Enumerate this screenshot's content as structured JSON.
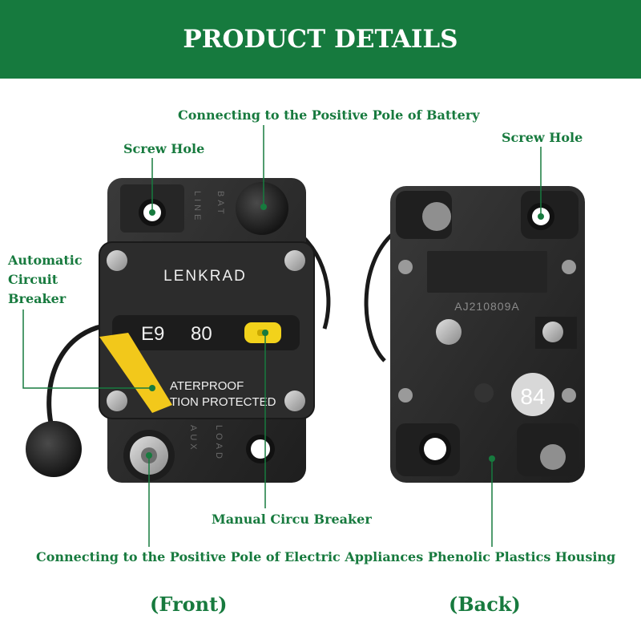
{
  "banner": {
    "title": "PRODUCT DETAILS"
  },
  "labels": {
    "positive_battery": "Connecting to the Positive Pole of Battery",
    "screw_hole_front": "Screw Hole",
    "screw_hole_back": "Screw Hole",
    "automatic_breaker": [
      "Automatic",
      "Circuit",
      "Breaker"
    ],
    "manual_breaker": "Manual Circu Breaker",
    "positive_appliances": "Connecting to the Positive Pole of Electric Appliances",
    "housing": "Phenolic Plastics Housing"
  },
  "captions": {
    "front": "(Front)",
    "back": "(Back)"
  },
  "device_front": {
    "brand": "LENKRAD",
    "model_code": "E9",
    "rating": "80",
    "waterproof_line1": "ATERPROOF",
    "waterproof_line2": "TION PROTECTED",
    "terminal_line": "LINE",
    "terminal_bat": "BAT",
    "terminal_aux": "AUX",
    "terminal_load": "LOAD"
  },
  "device_back": {
    "serial": "AJ210809A",
    "number_badge": "84"
  },
  "colors": {
    "brand_green": "#167a3e",
    "device_body": "#2a2a2a",
    "button_yellow": "#f2d21b"
  }
}
